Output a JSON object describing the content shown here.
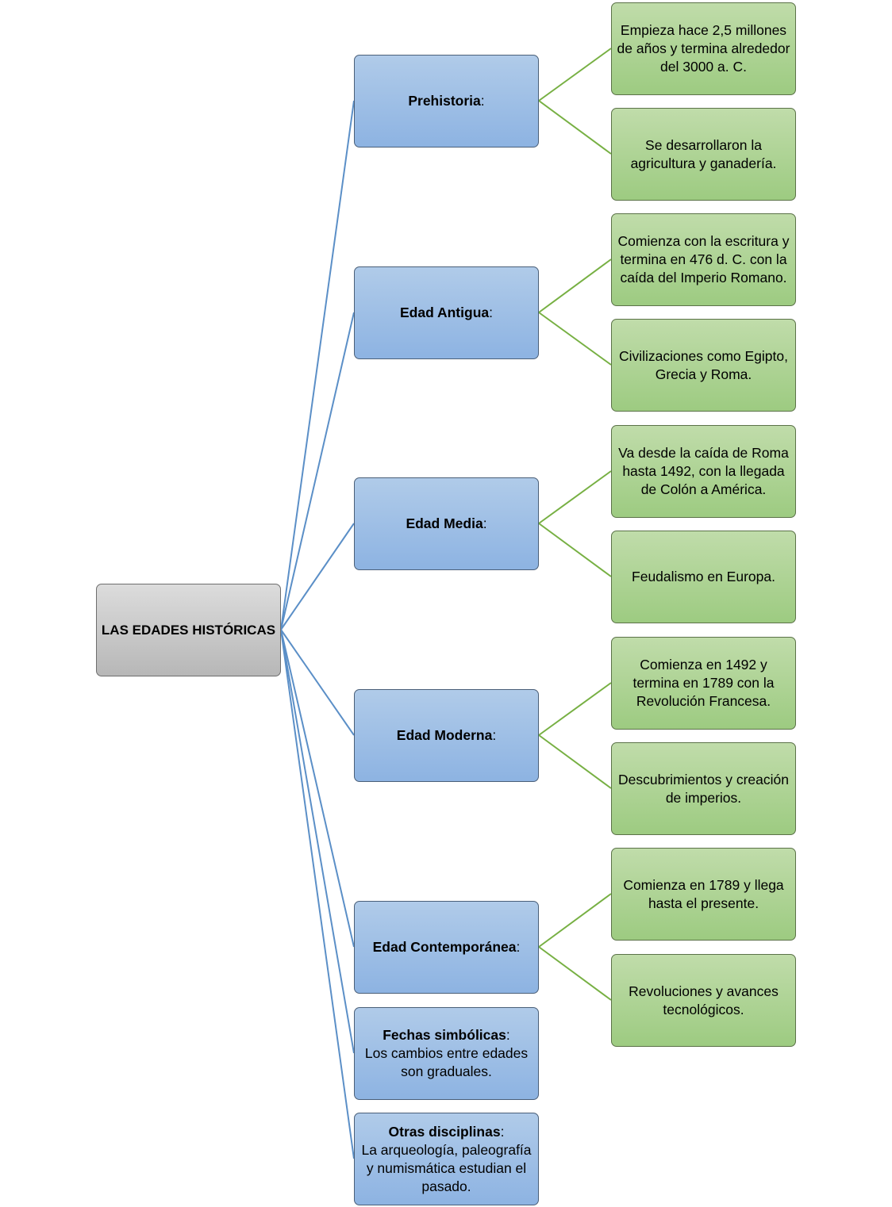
{
  "root": {
    "label": "LAS EDADES HISTÓRICAS"
  },
  "branches": [
    {
      "title": "Prehistoria",
      "suffix": ":",
      "text": "",
      "children": [
        "Empieza hace 2,5 millones de años y termina alrededor del 3000 a. C.",
        "Se desarrollaron la agricultura y ganadería."
      ]
    },
    {
      "title": "Edad Antigua",
      "suffix": ":",
      "text": "",
      "children": [
        "Comienza con la escritura y termina en 476 d. C. con la caída del Imperio Romano.",
        "Civilizaciones como Egipto, Grecia y Roma."
      ]
    },
    {
      "title": "Edad Media",
      "suffix": ":",
      "text": "",
      "children": [
        "Va desde la caída de Roma hasta 1492, con la llegada de Colón a América.",
        "Feudalismo en Europa."
      ]
    },
    {
      "title": "Edad Moderna",
      "suffix": ":",
      "text": "",
      "children": [
        "Comienza en 1492 y termina en 1789 con la Revolución Francesa.",
        "Descubrimientos y creación de imperios."
      ]
    },
    {
      "title": "Edad Contemporánea",
      "suffix": ":",
      "text": "",
      "children": [
        "Comienza en 1789 y llega hasta el presente.",
        "Revoluciones y avances tecnológicos."
      ]
    },
    {
      "title": "Fechas simbólicas",
      "suffix": ":",
      "text": "Los cambios entre edades son graduales.",
      "children": []
    },
    {
      "title": "Otras disciplinas",
      "suffix": ":",
      "text": "La arqueología, paleografía y numismática estudian el pasado.",
      "children": []
    }
  ],
  "colors": {
    "blue_line": "#5b8fc7",
    "green_line": "#77b043"
  }
}
